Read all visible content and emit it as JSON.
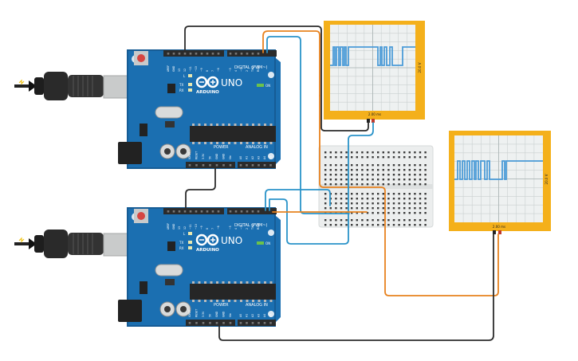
{
  "colors": {
    "board": "#1b6fb1",
    "board_dark": "#15578c",
    "scope_frame": "#f4b01b",
    "scope_screen": "#eef1f1",
    "trace": "#4b9bd8",
    "wire_orange": "#e8821f",
    "wire_blue": "#2a93c9",
    "wire_black": "#2c2c2c",
    "breadboard": "#eceeee"
  },
  "arduino_top": {
    "brand": "UNO",
    "logo_text": "ARDUINO",
    "digital_label": "DIGITAL (PWM~)",
    "power_label": "POWER",
    "analog_label": "ANALOG IN",
    "on_label": "ON",
    "led_labels": [
      "L",
      "TX",
      "RX"
    ],
    "top_pins": [
      "AREF",
      "GND",
      "13",
      "12",
      "~11",
      "~10",
      "~9",
      "8",
      "7",
      "~6",
      "~5",
      "4",
      "~3",
      "2",
      "TX▸1",
      "RX◂0"
    ],
    "power_pins": [
      "IOREF",
      "RESET",
      "3.3V",
      "5V",
      "GND",
      "GND",
      "Vin"
    ],
    "analog_pins": [
      "A0",
      "A1",
      "A2",
      "A3",
      "A4",
      "A5"
    ]
  },
  "arduino_bottom": {
    "brand": "UNO",
    "logo_text": "ARDUINO",
    "digital_label": "DIGITAL (PWM~)",
    "power_label": "POWER",
    "analog_label": "ANALOG IN",
    "on_label": "ON",
    "led_labels": [
      "L",
      "TX",
      "RX"
    ],
    "top_pins": [
      "AREF",
      "GND",
      "13",
      "12",
      "~11",
      "~10",
      "~9",
      "8",
      "7",
      "~6",
      "~5",
      "4",
      "~3",
      "2",
      "TX▸1",
      "RX◂0"
    ],
    "power_pins": [
      "IOREF",
      "RESET",
      "3.3V",
      "5V",
      "GND",
      "GND",
      "Vin"
    ],
    "analog_pins": [
      "A0",
      "A1",
      "A2",
      "A3",
      "A4",
      "A5"
    ]
  },
  "oscilloscope_top": {
    "time_label": "2.00 ms",
    "volt_label": "20.0 V"
  },
  "oscilloscope_bottom": {
    "time_label": "2.00 ms",
    "volt_label": "20.0 V"
  }
}
